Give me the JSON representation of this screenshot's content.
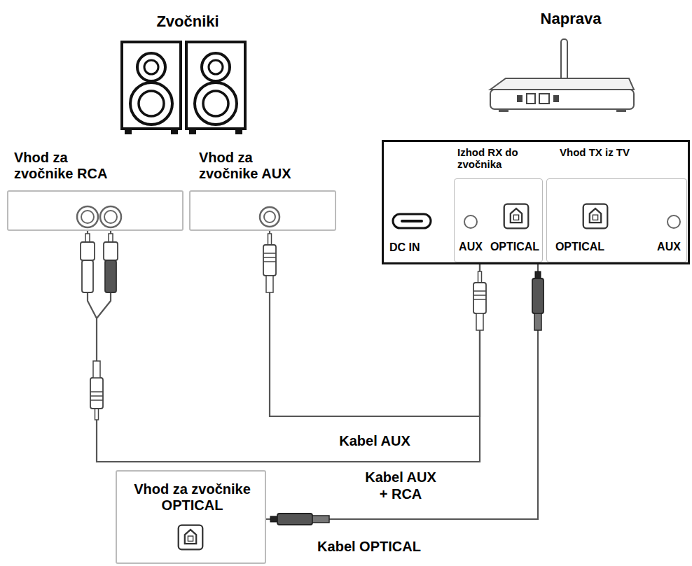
{
  "diagram": {
    "nodes": [
      {
        "text": [
          "Vhod za zvočnike RCA"
        ]
      },
      {
        "text": [
          "Vhod za zvočnike AUX"
        ]
      },
      {
        "text": [
          "DC IN"
        ]
      },
      {
        "text": [
          "Izhod RX do zvočnika",
          "AUX",
          "OPTICAL"
        ],
        "in": 2
      },
      {
        "text": [
          "Vhod TX iz TV",
          "OPTICAL",
          "AUX"
        ],
        "in": 2
      },
      {
        "text": [
          "Vhod za zvočnike OPTICAL"
        ]
      }
    ],
    "edges": [
      {
        "from": 3,
        "to": 1,
        "arrow": "none",
        "label": "Kabel AUX"
      },
      {
        "from": 3,
        "to": 0,
        "arrow": "none",
        "label": "Kabel AUX + RCA"
      },
      {
        "from": 3,
        "to": 5,
        "arrow": "none",
        "label": "Kabel OPTICAL"
      }
    ],
    "labels": [
      "Zvočniki",
      "Naprava"
    ]
  }
}
